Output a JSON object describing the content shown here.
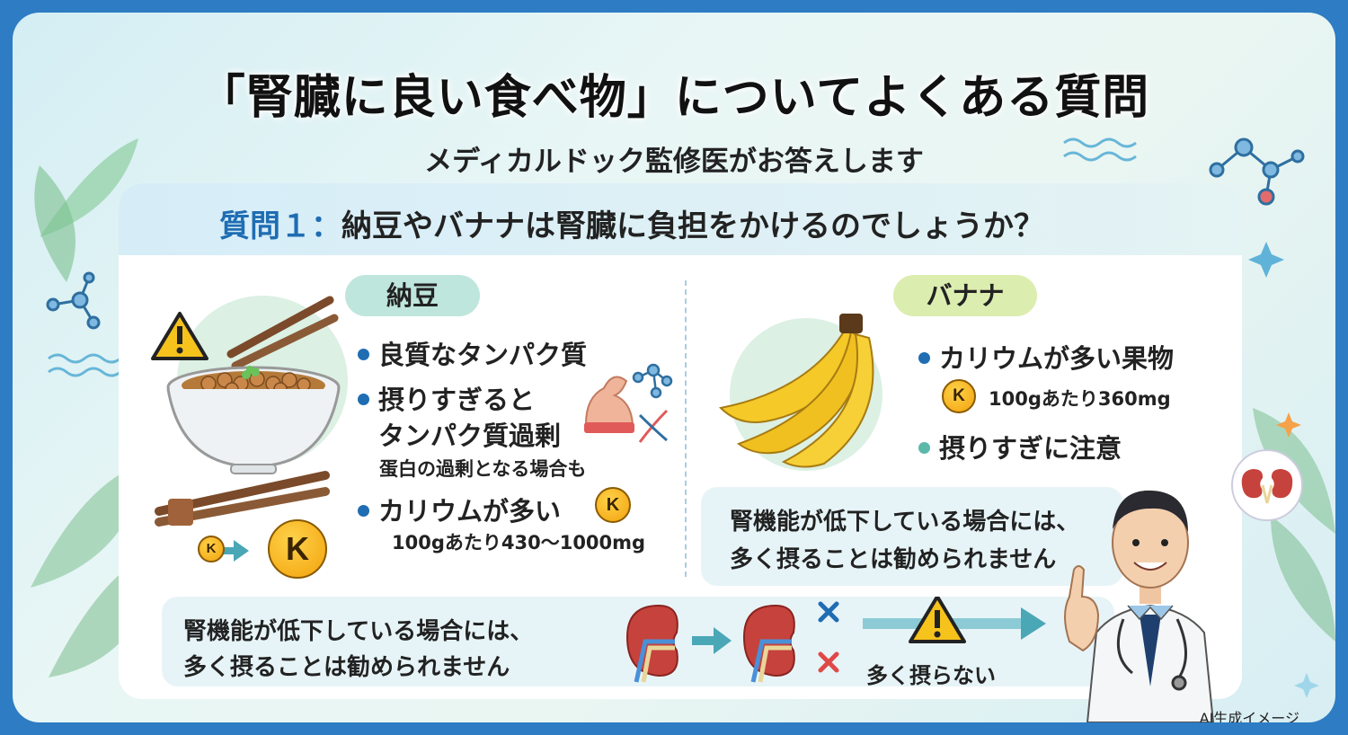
{
  "title": "「腎臓に良い食べ物」についてよくある質問",
  "subtitle": "メディカルドック監修医がお答えします",
  "question": {
    "label": "質問１：",
    "text": "納豆やバナナは腎臓に負担をかけるのでしょうか？"
  },
  "natto": {
    "heading": "納豆",
    "bullet1": "良質なタンパク質",
    "bullet2_line1": "摂りすぎると",
    "bullet2_line2": "タンパク質過剰",
    "bullet2_note": "蛋白の過剰となる場合も",
    "bullet3": "カリウムが多い",
    "potassium": "100gあたり430〜1000mg",
    "k_symbol": "K"
  },
  "banana": {
    "heading": "バナナ",
    "bullet1": "カリウムが多い果物",
    "potassium": "100gあたり360mg",
    "bullet2": "摂りすぎに注意",
    "k_symbol": "K"
  },
  "doctor_bubble": {
    "line1": "腎機能が低下している場合には、",
    "line2": "多く摂ることは勧められません"
  },
  "bottom_bubble": {
    "line1": "腎機能が低下している場合には、",
    "line2": "多く摂ることは勧められません",
    "advice": "多く摂らない"
  },
  "note": "AI生成イメージ",
  "colors": {
    "frame": "#2d7cc4",
    "accent_blue": "#1f6db3",
    "natto_pill": "#bfe6dc",
    "banana_pill": "#dcedb0",
    "cross": "#e04848",
    "warning": "#f6c21c"
  }
}
